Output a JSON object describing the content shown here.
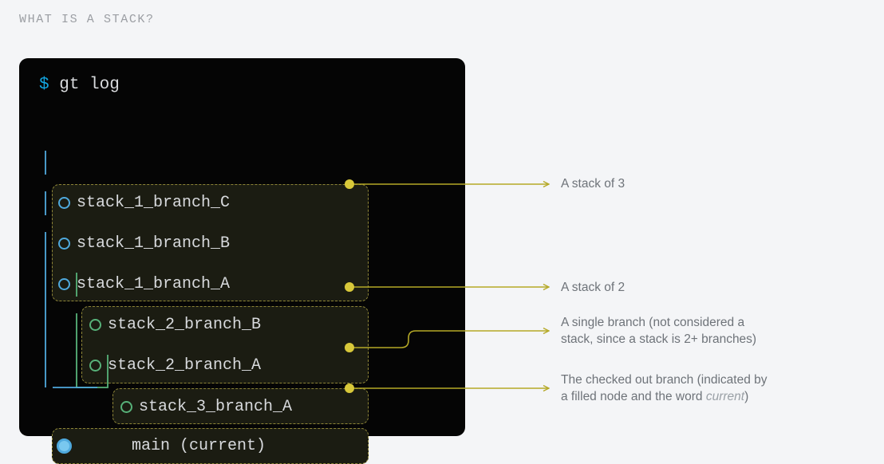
{
  "page": {
    "title": "WHAT IS A STACK?",
    "background": "#f4f5f7"
  },
  "terminal": {
    "background": "#050505",
    "prompt_sigil": "$",
    "command": " gt log"
  },
  "colors": {
    "stack_border": "#8e8537",
    "stack_fill": "#1b1c12",
    "connector": "#b5a927",
    "connector_dot": "#d8c83a",
    "node_blue": "#4fa9dd",
    "node_green": "#57b179",
    "node_filled": "#79c8ef",
    "branch_text": "#d8dadd",
    "annotation_text": "#6e7379",
    "title_text": "#9b9ea3"
  },
  "graph": {
    "stacks": [
      {
        "id": "stack-1",
        "node_color": "node-blue",
        "branches": [
          {
            "label": "stack_1_branch_C",
            "node": "branch-node-hollow"
          },
          {
            "label": "stack_1_branch_B",
            "node": "branch-node-hollow"
          },
          {
            "label": "stack_1_branch_A",
            "node": "branch-node-hollow"
          }
        ]
      },
      {
        "id": "stack-2",
        "node_color": "node-green",
        "branches": [
          {
            "label": "stack_2_branch_B",
            "node": "branch-node-hollow"
          },
          {
            "label": "stack_2_branch_A",
            "node": "branch-node-hollow"
          }
        ]
      },
      {
        "id": "stack-3",
        "node_color": "node-green",
        "branches": [
          {
            "label": "stack_3_branch_A",
            "node": "branch-node-hollow"
          }
        ]
      },
      {
        "id": "main",
        "node_color": "node-blue-filled",
        "branches": [
          {
            "label": "main (current)",
            "node": "branch-node-filled"
          }
        ]
      }
    ]
  },
  "annotations": [
    {
      "id": "annotation-stack-of-3",
      "text": "A stack of 3",
      "target": "stack-1"
    },
    {
      "id": "annotation-stack-of-2",
      "text": "A stack of 2",
      "target": "stack-2"
    },
    {
      "id": "annotation-single-branch",
      "line1": "A single branch (not considered a",
      "line2": "stack, since a stack is 2+ branches)",
      "target": "stack-3"
    },
    {
      "id": "annotation-checked-out",
      "line1": "The checked out branch (indicated by",
      "line2_before": "a filled node and the word ",
      "line2_emphasis": "current",
      "line2_after": ")",
      "target": "main"
    }
  ]
}
